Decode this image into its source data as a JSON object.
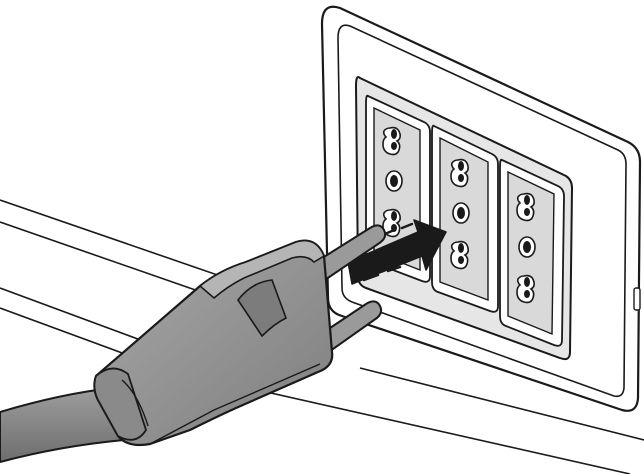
{
  "illustration": {
    "subject": "plug-insertion-into-wall-socket",
    "colors": {
      "outline": "#1a1a1a",
      "plug_body": "#8f8f8f",
      "plug_highlight": "#b2b2b2",
      "plug_shadow": "#6d6d6d",
      "prong": "#9a9a9a",
      "cable": "#8a8a8a",
      "faceplate": "#ffffff",
      "module_bg": "#d8d8d8",
      "module_frame": "#ffffff",
      "arrow": "#1a1a1a",
      "background": "#ffffff"
    },
    "socket": {
      "modules": [
        {
          "holes": [
            "round-double",
            "round",
            "round-double"
          ]
        },
        {
          "holes": [
            "round-double",
            "round",
            "round-double"
          ]
        },
        {
          "holes": [
            "round-double",
            "round",
            "round-double"
          ]
        }
      ]
    },
    "arrow_direction": "toward-socket",
    "icons": [
      "plug-icon",
      "socket-icon",
      "arrow-icon"
    ]
  }
}
